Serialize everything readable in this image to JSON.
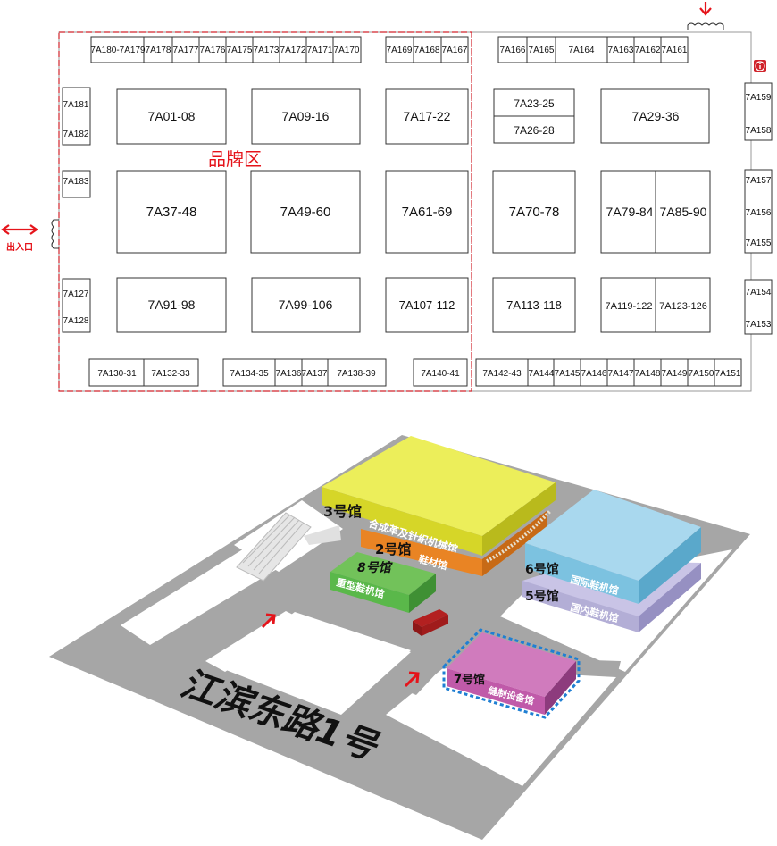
{
  "floorplan": {
    "zone_label": "品牌区",
    "entrance_label": "出入口",
    "top_row_left": [
      "7A180-7A179",
      "7A178",
      "7A177",
      "7A176",
      "7A175",
      "7A173",
      "7A172",
      "7A171",
      "7A170"
    ],
    "top_row_mid": [
      "7A169",
      "7A168",
      "7A167"
    ],
    "top_row_right_a": [
      "7A166",
      "7A165"
    ],
    "top_row_right_b": "7A164",
    "top_row_right_c": [
      "7A163",
      "7A162",
      "7A161"
    ],
    "left_column": [
      "7A181",
      "7A182",
      "7A183",
      "7A127",
      "7A128"
    ],
    "right_column": [
      "7A159",
      "7A158",
      "7A157",
      "7A156",
      "7A155",
      "7A154",
      "7A153"
    ],
    "blocks": {
      "r1": [
        "7A01-08",
        "7A09-16",
        "7A17-22"
      ],
      "r1_split_top": "7A23-25",
      "r1_split_bottom": "7A26-28",
      "r1_right": "7A29-36",
      "r2": [
        "7A37-48",
        "7A49-60",
        "7A61-69",
        "7A70-78"
      ],
      "r2_right_a": "7A79-84",
      "r2_right_b": "7A85-90",
      "r3": [
        "7A91-98",
        "7A99-106",
        "7A107-112",
        "7A113-118"
      ],
      "r3_right_a": "7A119-122",
      "r3_right_b": "7A123-126"
    },
    "bottom_row_a": [
      "7A130-31",
      "7A132-33"
    ],
    "bottom_row_b": [
      "7A134-35",
      "7A136",
      "7A137",
      "7A138-39"
    ],
    "bottom_row_c": "7A140-41",
    "bottom_row_d": [
      "7A142-43",
      "7A144",
      "7A145",
      "7A146",
      "7A147",
      "7A148",
      "7A149",
      "7A150",
      "7A151"
    ],
    "info_icon": "info-icon"
  },
  "campus": {
    "road_label": "江滨东路1号",
    "halls": [
      {
        "num": "3号馆",
        "name": "合成革及针织机械馆",
        "color": "#e3e52c"
      },
      {
        "num": "2号馆",
        "name": "鞋材馆",
        "color": "#e98424"
      },
      {
        "num": "8号馆",
        "name": "重型鞋机馆",
        "color": "#5ab84a"
      },
      {
        "num": "6号馆",
        "name": "国际鞋机馆",
        "color": "#7cc2e0"
      },
      {
        "num": "5号馆",
        "name": "国内鞋机馆",
        "color": "#b3aed6"
      },
      {
        "num": "7号馆",
        "name": "缝制设备馆",
        "color": "#c05aa9"
      }
    ],
    "colors": {
      "ground": "#a6a6a6",
      "accent_red": "#e5141b",
      "highlight": "#1f7fd3"
    }
  }
}
